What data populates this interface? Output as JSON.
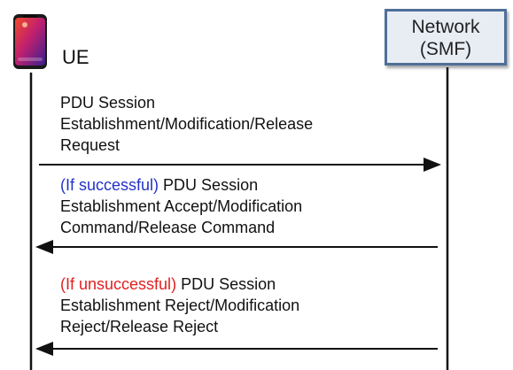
{
  "ue": {
    "label": "UE"
  },
  "network": {
    "line1": "Network",
    "line2": "(SMF)"
  },
  "colors": {
    "success": "#2233c8",
    "failure": "#e02020",
    "box_border": "#4f6f99",
    "box_fill": "#e8edf4",
    "arrow": "#111111"
  },
  "messages": [
    {
      "direction": "ue-to-network",
      "lines": [
        "PDU Session",
        "Establishment/Modification/Release",
        "Request"
      ]
    },
    {
      "direction": "network-to-ue",
      "condition": "If successful",
      "lines_first_rest": " PDU Session",
      "lines": [
        "Establishment Accept/Modification",
        "Command/Release Command"
      ]
    },
    {
      "direction": "network-to-ue",
      "condition": "If unsuccessful",
      "lines_first_rest": " PDU Session",
      "lines": [
        "Establishment Reject/Modification",
        "Reject/Release Reject"
      ]
    }
  ],
  "icons": {
    "ue_device": "smartphone-icon"
  }
}
